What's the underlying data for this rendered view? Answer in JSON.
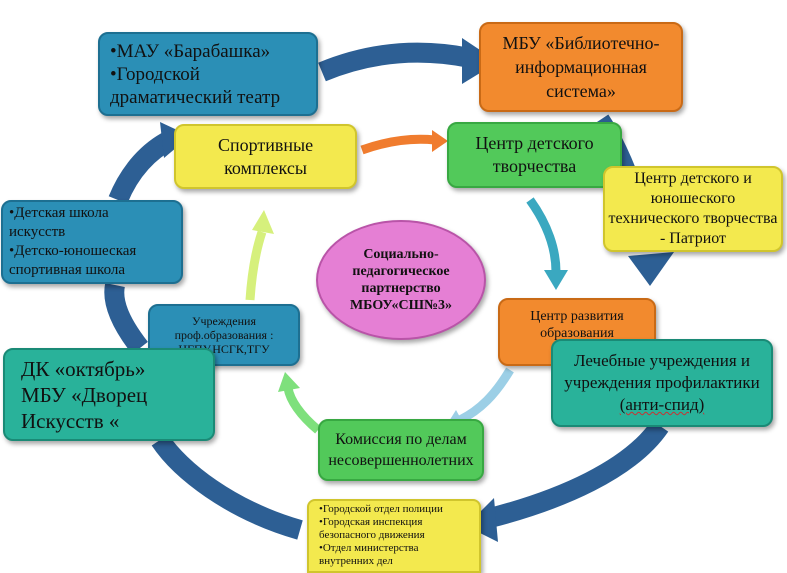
{
  "center": {
    "lines": [
      "Социально-",
      "педагогическое",
      "партнерство",
      "МБОУ«СШ№3»"
    ]
  },
  "boxes": {
    "mau": {
      "items": [
        "•МАУ «Барабашка»",
        "•Городской",
        "драматический театр"
      ]
    },
    "library": {
      "lines": [
        "МБУ «Библиотечно-",
        "информационная",
        "система»"
      ]
    },
    "sport": {
      "lines": [
        "Спортивные",
        "комплексы"
      ]
    },
    "children_center": {
      "lines": [
        "Центр детского",
        "творчества"
      ]
    },
    "patriot": {
      "lines": [
        "Центр детского и",
        "юношеского",
        "технического творчества",
        "- Патриот"
      ]
    },
    "schools": {
      "items": [
        "•Детская школа",
        "искусств",
        "•Детско-юношеская",
        "спортивная школа"
      ]
    },
    "prof": {
      "lines": [
        "Учреждения",
        "проф.образования :",
        "НГПУ,НСГК,ТГУ"
      ]
    },
    "education_center": {
      "lines": [
        "Центр развития",
        "образования"
      ]
    },
    "medical": {
      "lines": [
        "Лечебные учреждения и",
        "учреждения профилактики",
        "(анти-спид)"
      ]
    },
    "dk": {
      "lines": [
        "ДК «октябрь»",
        "МБУ «Дворец",
        "Искусств «"
      ]
    },
    "commission": {
      "lines": [
        "Комиссия по делам",
        "несовершеннолетних"
      ]
    },
    "police": {
      "items": [
        "•Городской отдел полиции",
        "•Городская инспекция",
        "безопасного движения",
        "•Отдел министерства",
        "внутренних дел"
      ]
    }
  },
  "colors": {
    "ring_blue": "#2d5f94",
    "arrow_orange": "#f07c2e",
    "arrow_teal": "#3aa8c0",
    "arrow_green": "#7ee07c",
    "arrow_lightgreen": "#d6f07c",
    "arrow_blue_light": "#4fa0c8"
  }
}
